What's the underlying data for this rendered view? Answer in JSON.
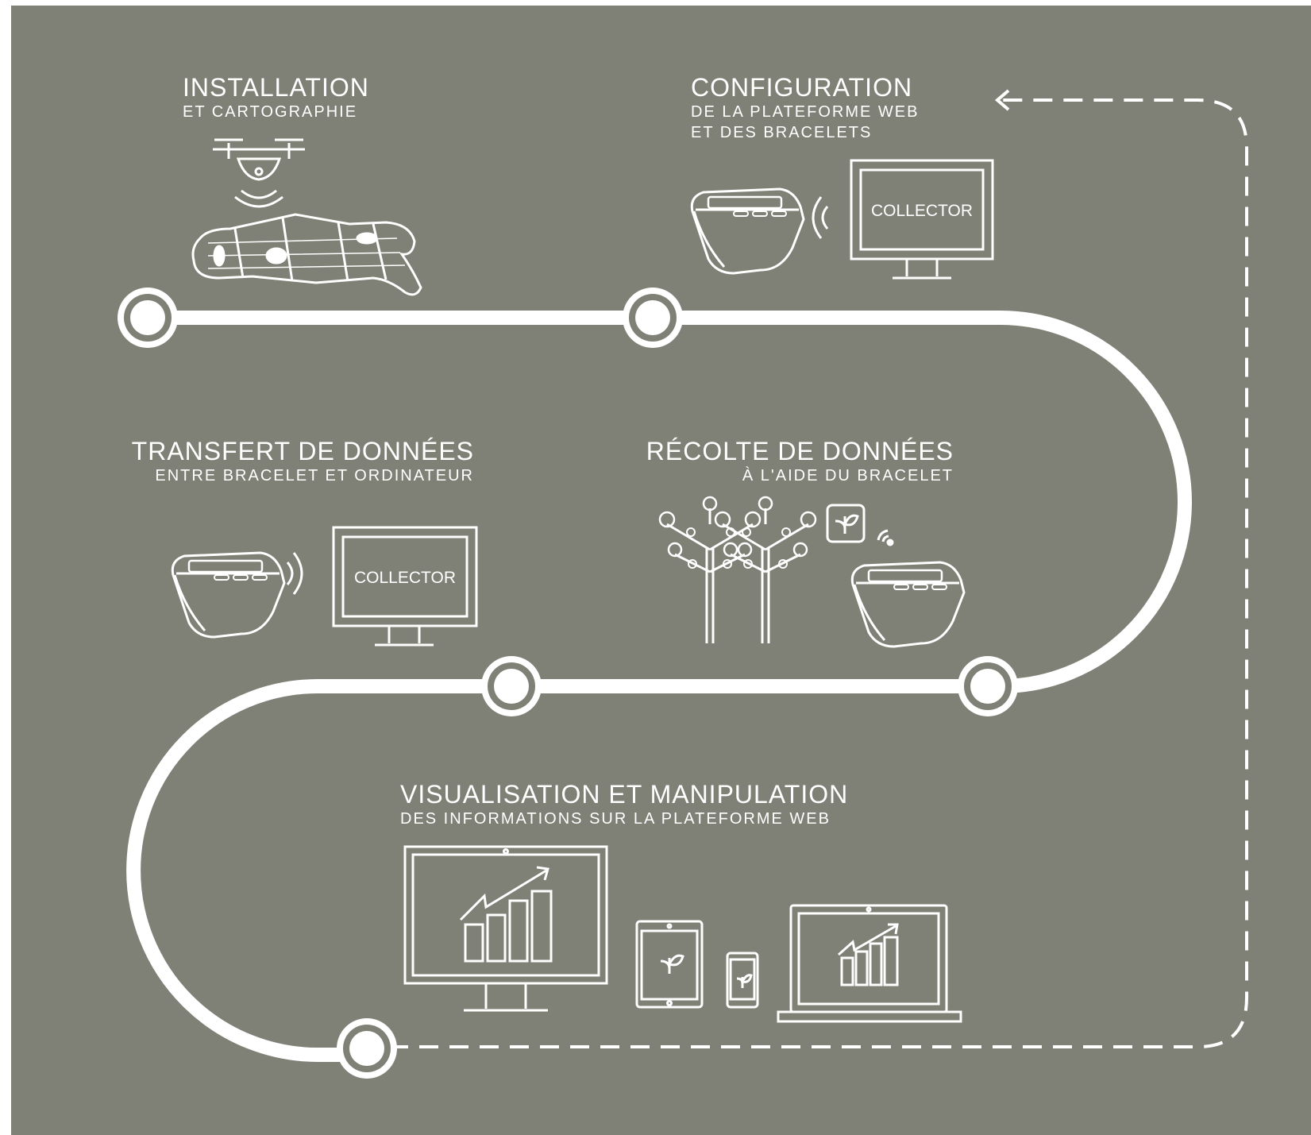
{
  "colors": {
    "background": "#7f8076",
    "line": "#ffffff"
  },
  "steps": {
    "installation": {
      "title": "INSTALLATION",
      "subtitle": "ET CARTOGRAPHIE",
      "icon": "drone-map-icon"
    },
    "configuration": {
      "title": "CONFIGURATION",
      "subtitle_1": "DE LA PLATEFORME WEB",
      "subtitle_2": "ET DES BRACELETS",
      "icon": "bracelet-collector-icon"
    },
    "recolte": {
      "title": "RÉCOLTE DE DONNÉES",
      "subtitle": "À L'AIDE DU BRACELET",
      "icon": "vineyard-bracelet-icon"
    },
    "transfert": {
      "title": "TRANSFERT DE DONNÉES",
      "subtitle": "ENTRE BRACELET ET ORDINATEUR",
      "icon": "bracelet-computer-icon"
    },
    "visualisation": {
      "title": "VISUALISATION ET MANIPULATION",
      "subtitle": "DES INFORMATIONS SUR LA PLATEFORME WEB",
      "icon": "devices-chart-icon"
    }
  },
  "screens": {
    "collector_label": "COLLECTOR"
  }
}
